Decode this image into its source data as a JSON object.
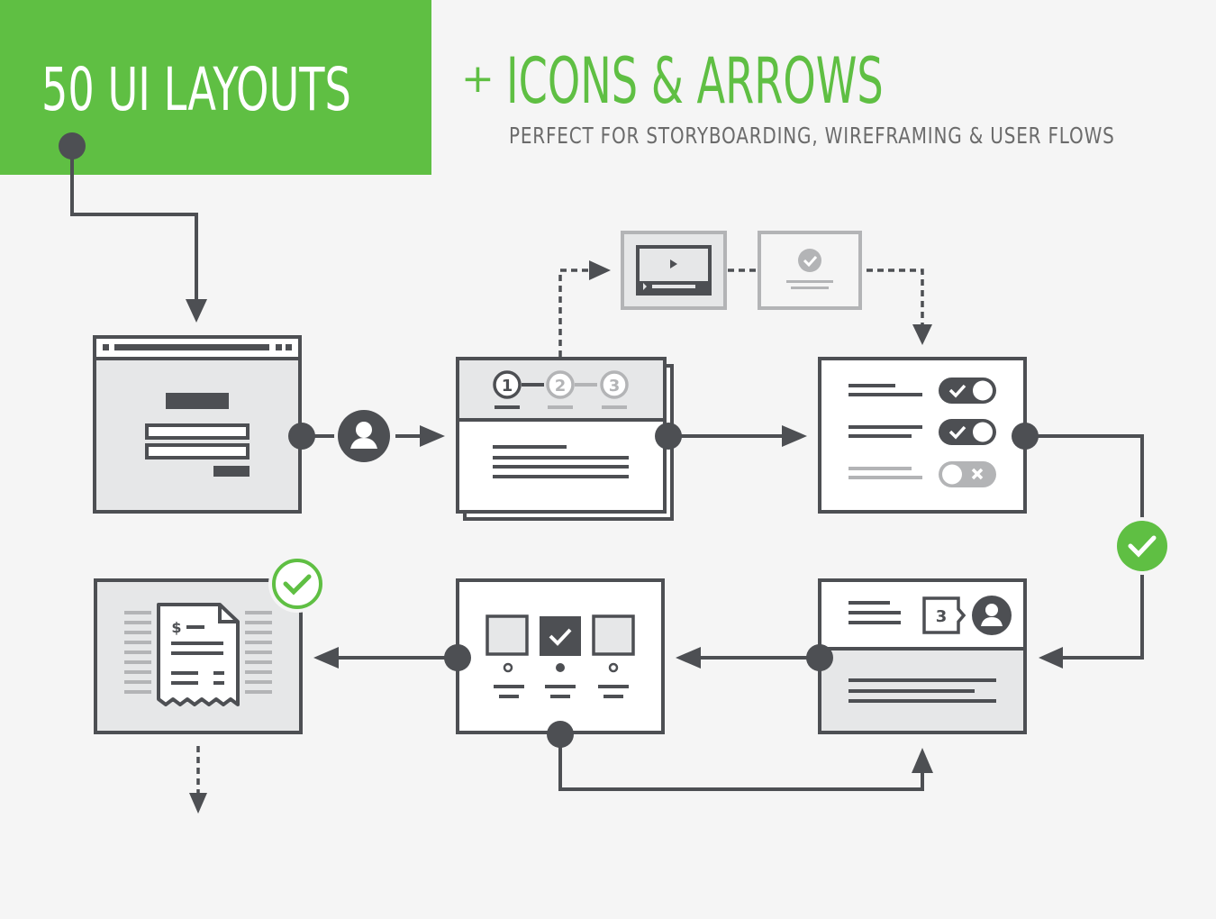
{
  "header": {
    "title": "50 UI LAYOUTS",
    "plus": "+",
    "subtitle": "ICONS & ARROWS",
    "tagline": "PERFECT FOR STORYBOARDING, WIREFRAMING & USER FLOWS"
  },
  "stepper": {
    "step1": "1",
    "step2": "2",
    "step3": "3"
  },
  "notification": {
    "count": "3"
  },
  "receipt": {
    "currency_symbol": "$"
  },
  "colors": {
    "accent_green": "#5fbf43",
    "dark_gray": "#4d4f53",
    "light_gray": "#b3b4b6",
    "panel_gray": "#e6e7e8",
    "background": "#f5f5f5"
  },
  "icons": [
    "user-icon",
    "play-icon",
    "check-circle-icon",
    "toggle-on-icon",
    "toggle-off-icon",
    "notification-badge-icon",
    "avatar-icon",
    "checkbox-checked-icon",
    "radio-icon",
    "receipt-icon",
    "arrow-icon"
  ]
}
